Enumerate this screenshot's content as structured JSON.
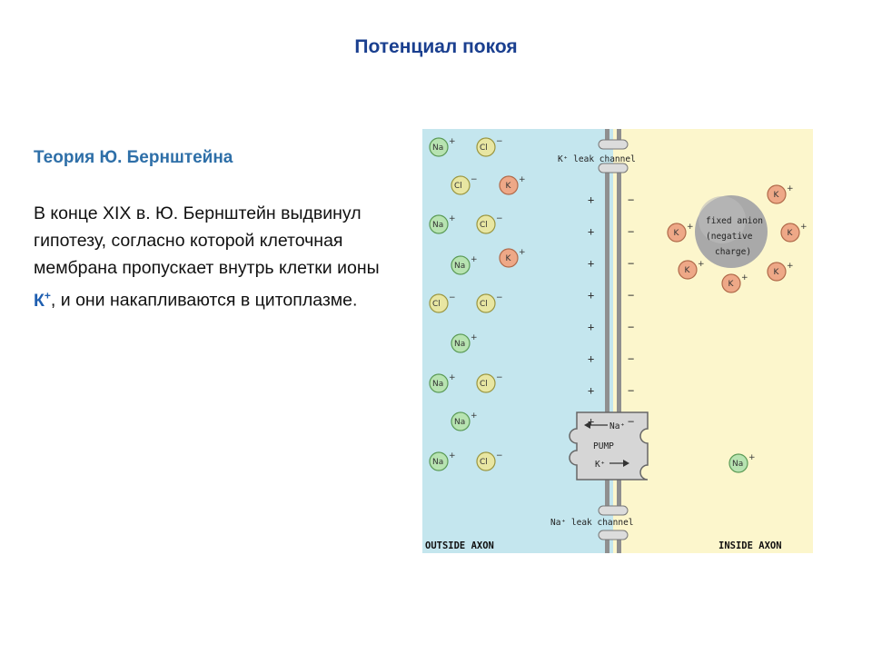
{
  "slide": {
    "title": "Потенциал покоя",
    "subtitle": "Теория Ю. Бернштейна",
    "paragraph": {
      "before": "В конце XIX в. Ю. Бернштейн выдвинул гипотезу, согласно которой клеточная мембрана пропускает внутрь клетки ионы ",
      "ion_symbol": "К",
      "ion_charge": "+",
      "after": ", и они накапливаются в цитоплазме."
    }
  },
  "figure": {
    "colors": {
      "outside": "#c4e6ee",
      "inside": "#fcf6cc",
      "membrane": "#9a9a9a",
      "na": "#b7e3b1",
      "cl": "#e8e6a2",
      "k": "#eea887"
    },
    "labels": {
      "k_channel": "K⁺ leak channel",
      "na_channel": "Na⁺ leak channel",
      "pump": "PUMP",
      "pump_na": "Na⁺",
      "pump_k": "K⁺",
      "anion_line1": "fixed anion",
      "anion_line2": "(negative",
      "anion_line3": "charge)",
      "outside": "OUTSIDE AXON",
      "inside": "INSIDE AXON"
    },
    "ions": {
      "na_symbol": "Na",
      "cl_symbol": "Cl",
      "k_symbol": "K",
      "plus": "+",
      "minus": "−"
    }
  }
}
